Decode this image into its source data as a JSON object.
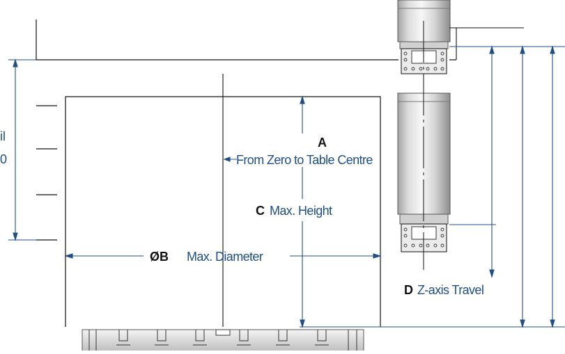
{
  "left_edge_text": {
    "line1": "il",
    "line2": "0"
  },
  "labels": {
    "a": {
      "letter": "A",
      "text": "From Zero to Table Centre"
    },
    "b": {
      "letter": "ØB",
      "text": "Max. Diameter"
    },
    "c": {
      "letter": "C",
      "text": "Max. Height"
    },
    "d": {
      "letter": "D",
      "text": "Z-axis Travel"
    }
  },
  "colors": {
    "label_blue": "#1f4f86",
    "dimension_line": "#1f4f86",
    "outline": "#111111",
    "spindle_light": "#f2f2f2",
    "spindle_dark": "#9a9a9a"
  }
}
